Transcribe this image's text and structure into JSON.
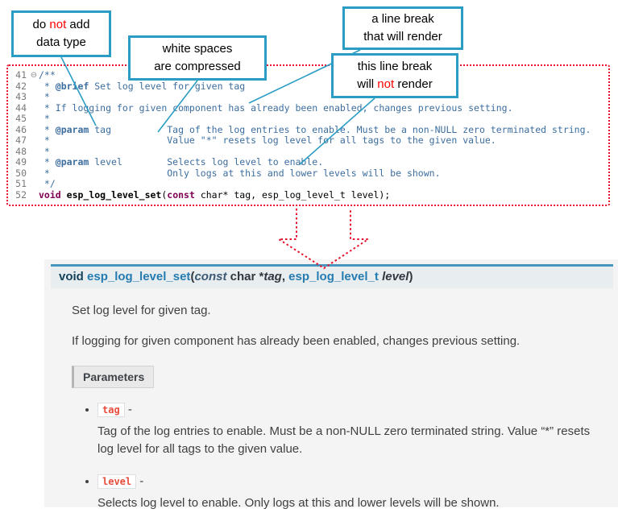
{
  "colors": {
    "callout-border": "#2b9dc4",
    "annotation-red": "#ff0000",
    "code-border-red": "#e8112d",
    "arrow-red": "#e8112d",
    "sig-accent": "#4896be",
    "literal-red": "#e74c3c"
  },
  "callouts": [
    {
      "name": "no-data-type",
      "lines": [
        [
          {
            "t": "do "
          },
          {
            "t": "not",
            "red": 1
          },
          {
            "t": " add"
          }
        ],
        [
          {
            "t": "data type"
          }
        ]
      ]
    },
    {
      "name": "whitespace-compressed",
      "lines": [
        [
          {
            "t": "white spaces"
          }
        ],
        [
          {
            "t": "are  compressed"
          }
        ]
      ]
    },
    {
      "name": "line-break-renders",
      "lines": [
        [
          {
            "t": "a line break"
          }
        ],
        [
          {
            "t": "that will render"
          }
        ]
      ]
    },
    {
      "name": "line-break-not-render",
      "lines": [
        [
          {
            "t": "this line break"
          }
        ],
        [
          {
            "t": "will "
          },
          {
            "t": "not",
            "red": 1
          },
          {
            "t": " render"
          }
        ]
      ]
    }
  ],
  "code": {
    "lines": [
      {
        "n": "41",
        "fold": "⊖",
        "segs": [
          {
            "t": "/**",
            "c": "cm"
          }
        ]
      },
      {
        "n": "42",
        "segs": [
          {
            "t": " * ",
            "c": "cm"
          },
          {
            "t": "@brief",
            "c": "tag"
          },
          {
            "t": " Set log level for given tag",
            "c": "cm"
          }
        ]
      },
      {
        "n": "43",
        "segs": [
          {
            "t": " *",
            "c": "cm"
          }
        ]
      },
      {
        "n": "44",
        "segs": [
          {
            "t": " * If logging for given component has already been enabled, changes previous setting.",
            "c": "cm"
          }
        ]
      },
      {
        "n": "45",
        "segs": [
          {
            "t": " *",
            "c": "cm"
          }
        ]
      },
      {
        "n": "46",
        "segs": [
          {
            "t": " * ",
            "c": "cm"
          },
          {
            "t": "@param",
            "c": "tag"
          },
          {
            "t": " tag          Tag of the log entries to enable. Must be a non-NULL zero terminated string.",
            "c": "cm"
          }
        ]
      },
      {
        "n": "47",
        "segs": [
          {
            "t": " *                     Value \"*\" resets log level for all tags to the given value.",
            "c": "cm"
          }
        ]
      },
      {
        "n": "48",
        "segs": [
          {
            "t": " *",
            "c": "cm"
          }
        ]
      },
      {
        "n": "49",
        "segs": [
          {
            "t": " * ",
            "c": "cm"
          },
          {
            "t": "@param",
            "c": "tag"
          },
          {
            "t": " level        Selects log level to enable.",
            "c": "cm"
          }
        ]
      },
      {
        "n": "50",
        "segs": [
          {
            "t": " *                     Only logs at this and lower levels will be shown.",
            "c": "cm"
          }
        ]
      },
      {
        "n": "51",
        "segs": [
          {
            "t": " */",
            "c": "cm"
          }
        ]
      },
      {
        "n": "52",
        "segs": [
          {
            "t": "void",
            "c": "kw"
          },
          {
            "t": " ",
            "c": "pl"
          },
          {
            "t": "esp_log_level_set",
            "c": "fn"
          },
          {
            "t": "(",
            "c": "pl"
          },
          {
            "t": "const",
            "c": "kw"
          },
          {
            "t": " char* tag, esp_log_level_t level);",
            "c": "pl"
          }
        ]
      }
    ]
  },
  "doc": {
    "signature": [
      {
        "t": "void",
        "c": "kw"
      },
      {
        "t": " ",
        "c": "p"
      },
      {
        "t": "esp_log_level_set",
        "c": "name"
      },
      {
        "t": "(",
        "c": "p"
      },
      {
        "t": "const",
        "c": "kwi"
      },
      {
        "t": "  ",
        "c": "p"
      },
      {
        "t": "char",
        "c": "t"
      },
      {
        "t": " *",
        "c": "p"
      },
      {
        "t": "tag",
        "c": "param"
      },
      {
        "t": ", ",
        "c": "p"
      },
      {
        "t": "esp_log_level_t",
        "c": "t2"
      },
      {
        "t": " ",
        "c": "p"
      },
      {
        "t": "level",
        "c": "param"
      },
      {
        "t": ")",
        "c": "p"
      }
    ],
    "paragraphs": [
      "Set log level for given tag.",
      "If logging for given component has already been enabled, changes previous setting."
    ],
    "parameters_label": "Parameters",
    "params": [
      {
        "name": "tag",
        "sep": " - ",
        "desc": "Tag of the log entries to enable. Must be a non-NULL zero terminated string. Value “*” resets log level for all tags to the given value."
      },
      {
        "name": "level",
        "sep": " - ",
        "desc": "Selects log level to enable. Only logs at this and lower levels will be shown."
      }
    ]
  }
}
